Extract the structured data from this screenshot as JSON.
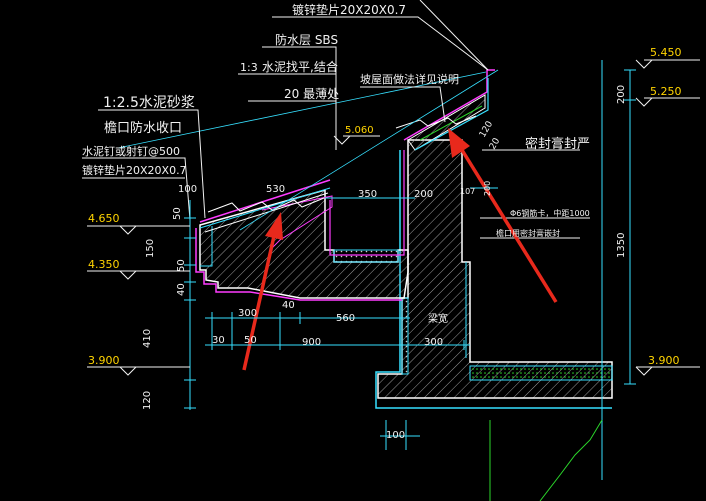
{
  "labels": {
    "top_note": "镀锌垫片20X20X0.7",
    "waterproof_layer": "防水层 SBS",
    "mortar_leveling_ratio": "1:3",
    "mortar_leveling": "水泥找平,结合",
    "thinnest_point": "20  最薄处",
    "roof_finish_note": "坡屋面做法详见说明",
    "mortar_ratio_left": "1:2.5水泥砂浆",
    "eave_waterproof_closure": "檐口防水收口",
    "cement_nail": "水泥钉或射钉@500",
    "gasket_left": "镀锌垫片20X20X0.7",
    "sealant_note": "密封膏封严",
    "rebar_note": "Φ6钢筋卡，中距1000",
    "eave_sealant": "檐口用密封膏嵌封",
    "beam_label": "梁宽"
  },
  "elevations": {
    "e5450": "5.450",
    "e5250": "5.250",
    "e5060": "5.060",
    "e4650": "4.650",
    "e4350": "4.350",
    "e3900_left": "3.900",
    "e3900_right": "3.900"
  },
  "dimensions": {
    "d100_left": "100",
    "d50_a": "50",
    "d150": "150",
    "d50_b": "50",
    "d40_a": "40",
    "d410": "410",
    "d120": "120",
    "d530": "530",
    "d350": "350",
    "d200_mid": "200",
    "d107": "107",
    "d200_small": "200",
    "d120_roof": "120",
    "d20": "20",
    "d200_right": "200",
    "d1350": "1350",
    "d300_a": "300",
    "d40_b": "40",
    "d560": "560",
    "d30": "30",
    "d50_c": "50",
    "d900": "900",
    "d300_b": "300",
    "d100_bottom": "100"
  },
  "colors": {
    "background": "#000000",
    "concrete": "#ffffff",
    "insulation": "#36e0ff",
    "membrane": "#ff3cff",
    "dimension_lines": "#36e0ff",
    "text_white": "#f2f2f2",
    "text_yellow": "#ffd400",
    "annotation_arrow": "#e8291c",
    "green_lines": "#2bd62b"
  }
}
